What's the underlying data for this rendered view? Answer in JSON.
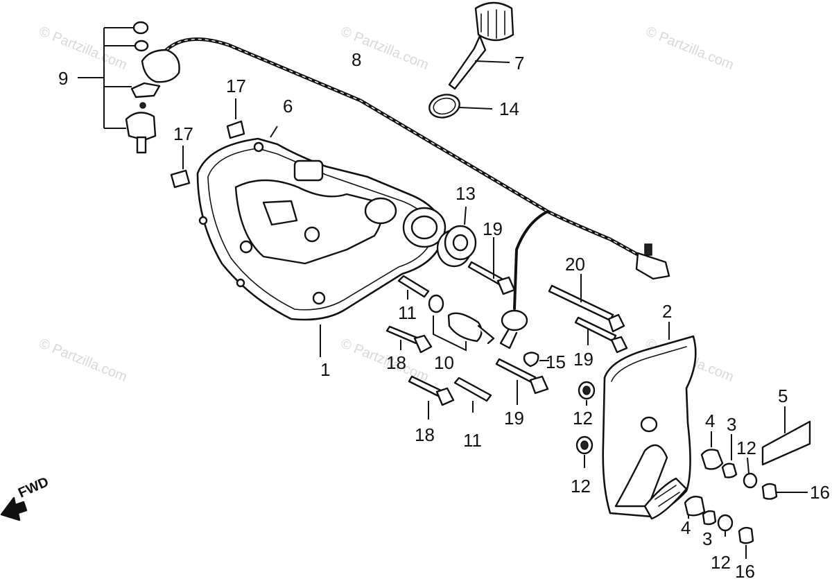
{
  "watermark": "© Partzilla.com",
  "fwd_label": "FWD",
  "callouts": [
    {
      "id": "c1",
      "label": "1"
    },
    {
      "id": "c2",
      "label": "2"
    },
    {
      "id": "c3a",
      "label": "3"
    },
    {
      "id": "c3b",
      "label": "3"
    },
    {
      "id": "c4a",
      "label": "4"
    },
    {
      "id": "c4b",
      "label": "4"
    },
    {
      "id": "c5",
      "label": "5"
    },
    {
      "id": "c6",
      "label": "6"
    },
    {
      "id": "c7",
      "label": "7"
    },
    {
      "id": "c8",
      "label": "8"
    },
    {
      "id": "c9",
      "label": "9"
    },
    {
      "id": "c10",
      "label": "10"
    },
    {
      "id": "c11a",
      "label": "11"
    },
    {
      "id": "c11b",
      "label": "11"
    },
    {
      "id": "c12a",
      "label": "12"
    },
    {
      "id": "c12b",
      "label": "12"
    },
    {
      "id": "c12c",
      "label": "12"
    },
    {
      "id": "c12d",
      "label": "12"
    },
    {
      "id": "c13",
      "label": "13"
    },
    {
      "id": "c14",
      "label": "14"
    },
    {
      "id": "c15",
      "label": "15"
    },
    {
      "id": "c16a",
      "label": "16"
    },
    {
      "id": "c16b",
      "label": "16"
    },
    {
      "id": "c17a",
      "label": "17"
    },
    {
      "id": "c17b",
      "label": "17"
    },
    {
      "id": "c18a",
      "label": "18"
    },
    {
      "id": "c18b",
      "label": "18"
    },
    {
      "id": "c19a",
      "label": "19"
    },
    {
      "id": "c19b",
      "label": "19"
    },
    {
      "id": "c19c",
      "label": "19"
    },
    {
      "id": "c20",
      "label": "20"
    }
  ]
}
